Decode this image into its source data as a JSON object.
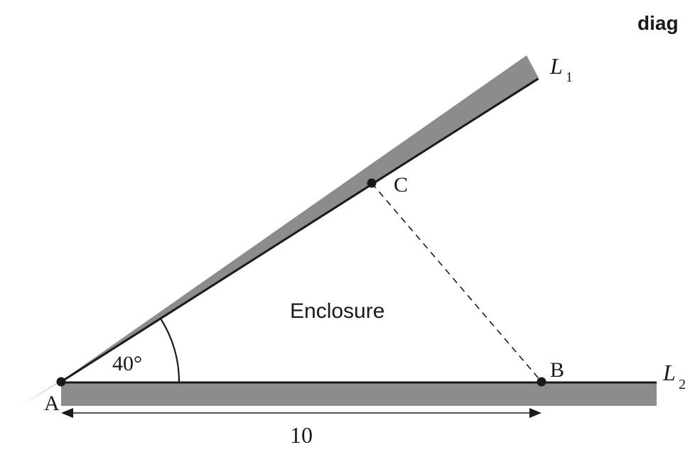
{
  "header_text": "diag",
  "labels": {
    "line1_letter": "L",
    "line1_subscript": "1",
    "line2_letter": "L",
    "line2_subscript": "2",
    "point_a": "A",
    "point_b": "B",
    "point_c": "C",
    "angle": "40°",
    "region": "Enclosure",
    "length_ab": "10"
  },
  "colors": {
    "wall_fill": "#8c8c8c",
    "line_stroke": "#1a1a1a",
    "background": "#ffffff"
  }
}
